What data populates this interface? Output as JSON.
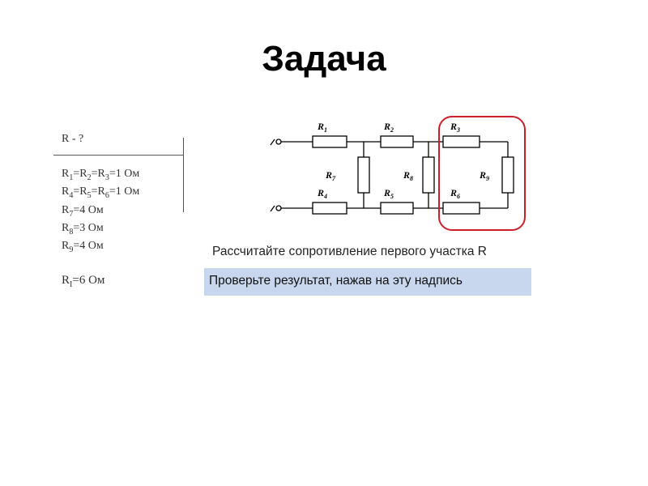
{
  "title": "Задача",
  "given": {
    "unknown": "R - ?",
    "items": [
      [
        [
          "R",
          "1"
        ],
        [
          "=R",
          "2"
        ],
        [
          "=R",
          "3"
        ],
        [
          "=1 Ом",
          ""
        ]
      ],
      [
        [
          "R",
          "4"
        ],
        [
          "=R",
          "5"
        ],
        [
          "=R",
          "6"
        ],
        [
          "=1 Ом",
          ""
        ]
      ],
      [
        [
          "R",
          "7"
        ],
        [
          "=4 Ом",
          ""
        ]
      ],
      [
        [
          "R",
          "8"
        ],
        [
          "=3 Ом",
          ""
        ]
      ],
      [
        [
          "R",
          "9"
        ],
        [
          "=4 Ом",
          ""
        ]
      ]
    ],
    "answer": [
      [
        "R",
        "I"
      ],
      [
        "=6 Ом",
        ""
      ]
    ]
  },
  "circuit": {
    "labels": [
      {
        "id": "r1",
        "base": "R",
        "sub": "1"
      },
      {
        "id": "r2",
        "base": "R",
        "sub": "2"
      },
      {
        "id": "r3",
        "base": "R",
        "sub": "3"
      },
      {
        "id": "r4",
        "base": "R",
        "sub": "4"
      },
      {
        "id": "r5",
        "base": "R",
        "sub": "5"
      },
      {
        "id": "r6",
        "base": "R",
        "sub": "6"
      },
      {
        "id": "r7",
        "base": "R",
        "sub": "7"
      },
      {
        "id": "r8",
        "base": "R",
        "sub": "8"
      },
      {
        "id": "r9",
        "base": "R",
        "sub": "9"
      }
    ],
    "highlight_color": "#cc1f2a"
  },
  "task": {
    "text": "Рассчитайте сопротивление первого участка R",
    "check_label": "Проверьте результат, нажав на эту надпись",
    "button_color": "#c9d7ee"
  }
}
